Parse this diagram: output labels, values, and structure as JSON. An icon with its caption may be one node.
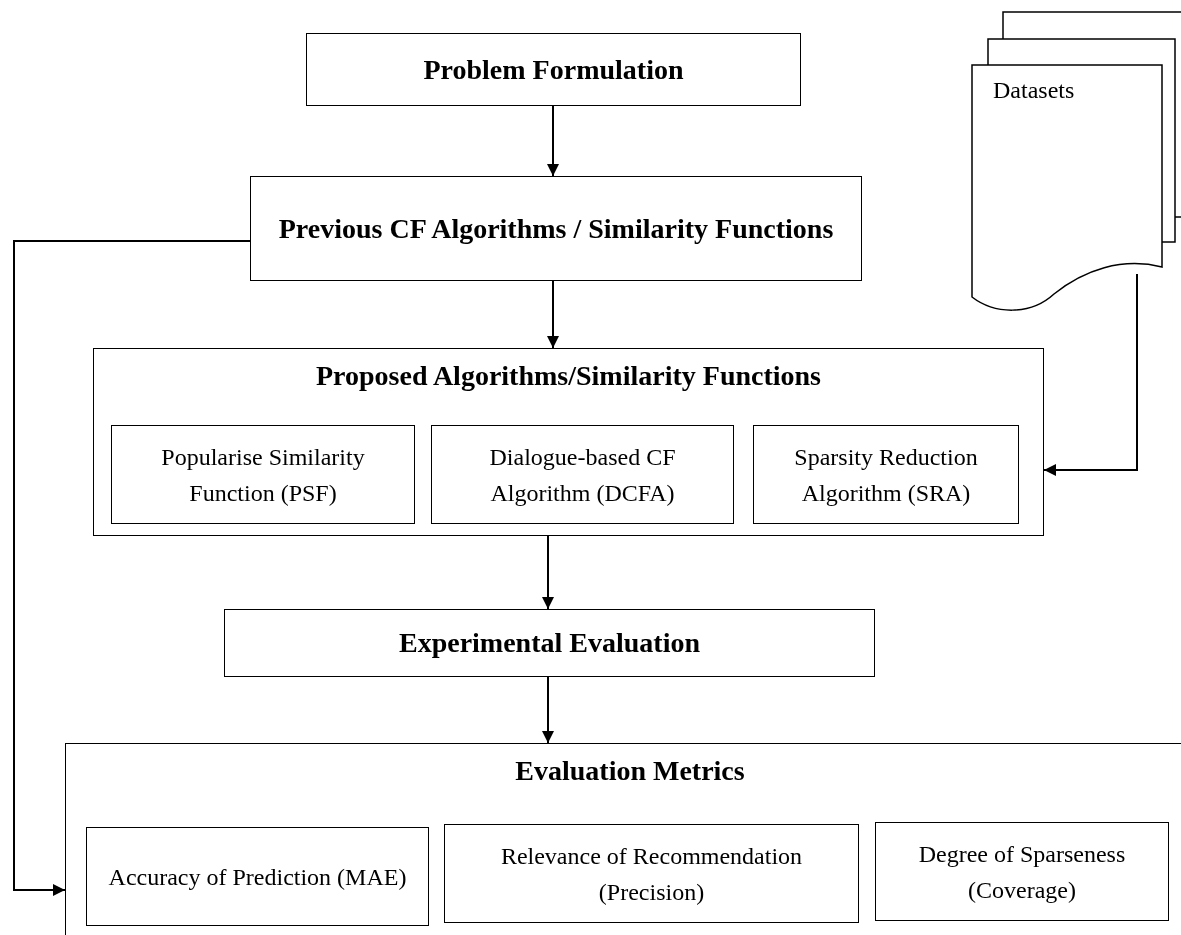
{
  "diagram": {
    "nodes": [
      {
        "text": [
          "Problem Formulation"
        ]
      },
      {
        "text": [
          "Previous CF Algorithms / Similarity Functions"
        ]
      },
      {
        "text": [
          "Datasets"
        ]
      },
      {
        "text": [
          "Proposed Algorithms/Similarity Functions"
        ]
      },
      {
        "text": [
          "Popularise Similarity Function (PSF)"
        ],
        "in": 3
      },
      {
        "text": [
          "Dialogue-based CF Algorithm (DCFA)"
        ],
        "in": 3
      },
      {
        "text": [
          "Sparsity Reduction Algorithm (SRA)"
        ],
        "in": 3
      },
      {
        "text": [
          "Experimental Evaluation"
        ]
      },
      {
        "text": [
          "Evaluation Metrics"
        ]
      },
      {
        "text": [
          "Accuracy of Prediction (MAE)"
        ],
        "in": 8
      },
      {
        "text": [
          "Relevance of Recommendation (Precision)"
        ],
        "in": 8
      },
      {
        "text": [
          "Degree of Sparseness (Coverage)"
        ],
        "in": 8
      }
    ],
    "edges": [
      {
        "from": 0,
        "to": 1,
        "arrow": "to"
      },
      {
        "from": 1,
        "to": 3,
        "arrow": "to"
      },
      {
        "from": 2,
        "to": 3,
        "arrow": "to"
      },
      {
        "from": 3,
        "to": 7,
        "arrow": "to"
      },
      {
        "from": 7,
        "to": 8,
        "arrow": "to"
      },
      {
        "from": 1,
        "to": 8,
        "arrow": "to"
      }
    ]
  }
}
